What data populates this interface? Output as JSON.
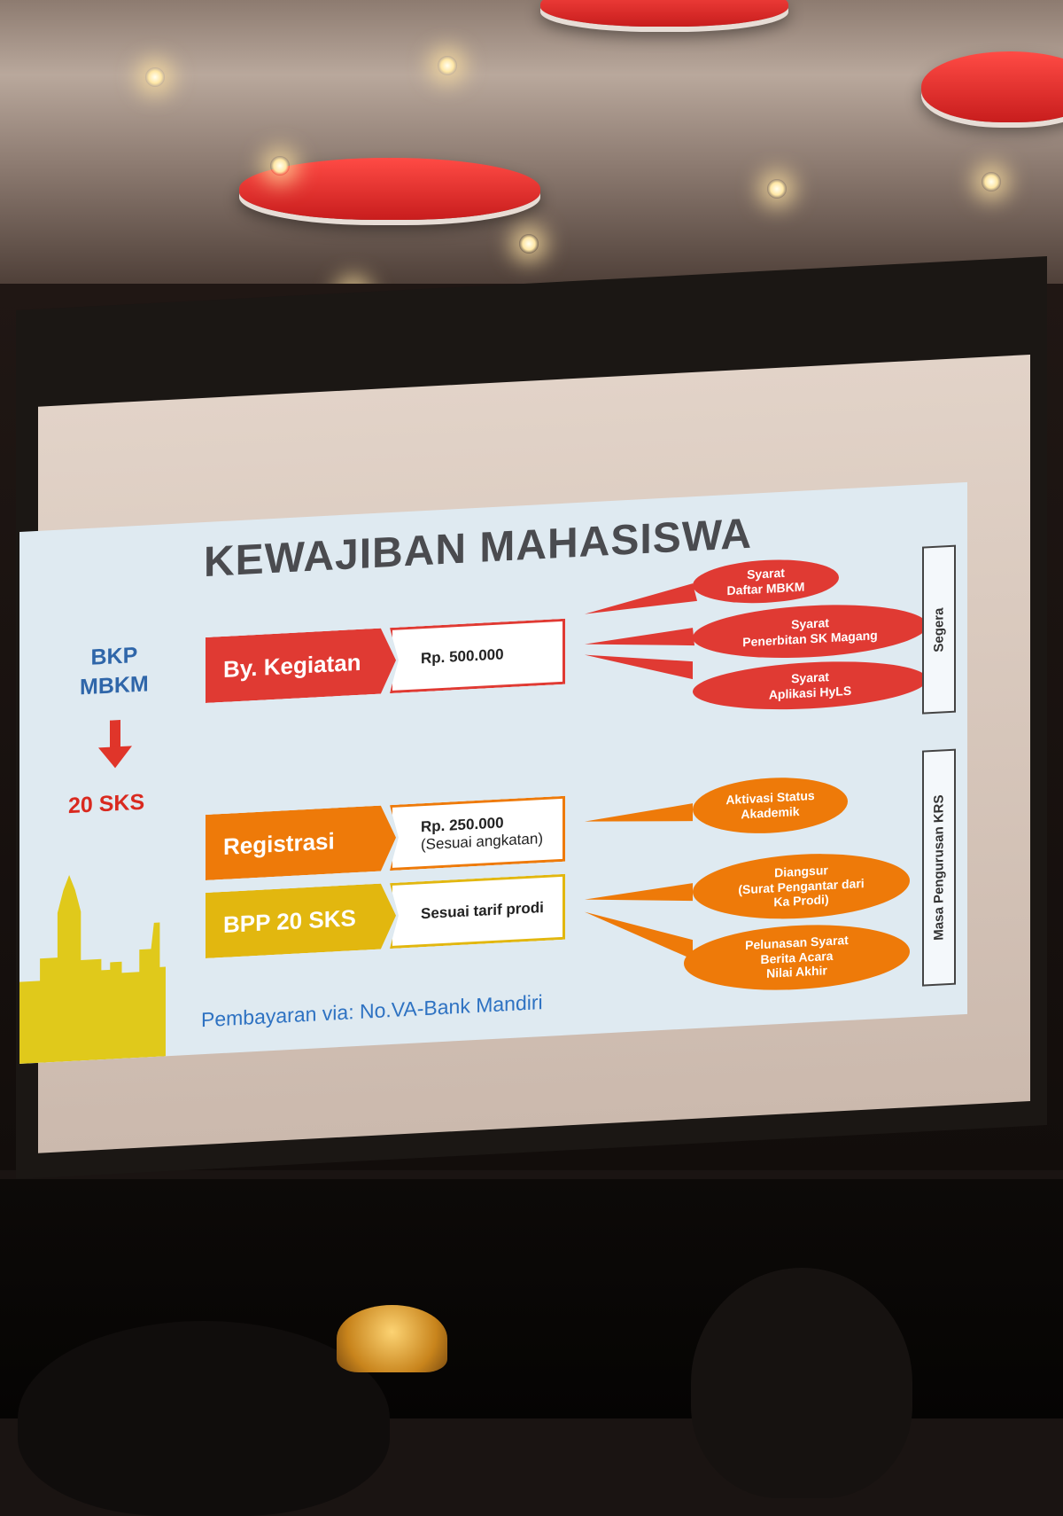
{
  "slide": {
    "title": "KEWAJIBAN MAHASISWA",
    "side": {
      "line1": "BKP",
      "line2": "MBKM",
      "result": "20 SKS"
    },
    "rows": [
      {
        "label": "By. Kegiatan",
        "value": "Rp. 500.000",
        "sub": "",
        "color": "#e03a33"
      },
      {
        "label": "Registrasi",
        "value": "Rp. 250.000",
        "sub": "(Sesuai angkatan)",
        "color": "#ee7a09"
      },
      {
        "label": "BPP 20 SKS",
        "value": "Sesuai tarif prodi",
        "sub": "",
        "color": "#e2b70f"
      }
    ],
    "bubbles": {
      "b1": {
        "l1": "Syarat",
        "l2": "Daftar MBKM"
      },
      "b2": {
        "l1": "Syarat",
        "l2": "Penerbitan SK Magang"
      },
      "b3": {
        "l1": "Syarat",
        "l2": "Aplikasi HyLS"
      },
      "b4": {
        "l1": "Aktivasi Status",
        "l2": "Akademik"
      },
      "b5": {
        "l1": "Diangsur",
        "l2": "(Surat Pengantar dari",
        "l3": "Ka Prodi)"
      },
      "b6": {
        "l1": "Pelunasan Syarat",
        "l2": "Berita Acara",
        "l3": "Nilai Akhir"
      }
    },
    "vertical_labels": {
      "top": "Segera",
      "bottom": "Masa Pengurusan KRS"
    },
    "payment": "Pembayaran via: No.VA-Bank Mandiri"
  }
}
